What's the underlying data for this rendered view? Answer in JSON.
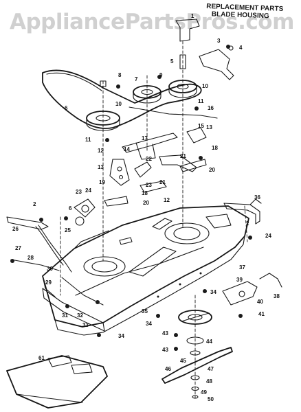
{
  "watermark": "AppliancePartsPros.com",
  "header": {
    "line1": "REPLACEMENT PARTS",
    "line2": "BLADE HOUSING"
  },
  "callouts": [
    "1",
    "2",
    "3",
    "4",
    "5",
    "6",
    "7",
    "8",
    "9",
    "10",
    "11",
    "12",
    "13",
    "14",
    "15",
    "16",
    "17",
    "18",
    "19",
    "20",
    "21",
    "22",
    "23",
    "24",
    "25",
    "26",
    "27",
    "28",
    "29",
    "30",
    "31",
    "32",
    "33",
    "34",
    "35",
    "36",
    "37",
    "38",
    "39",
    "40",
    "41",
    "43",
    "44",
    "45",
    "46",
    "47",
    "48",
    "49",
    "50",
    "61"
  ]
}
